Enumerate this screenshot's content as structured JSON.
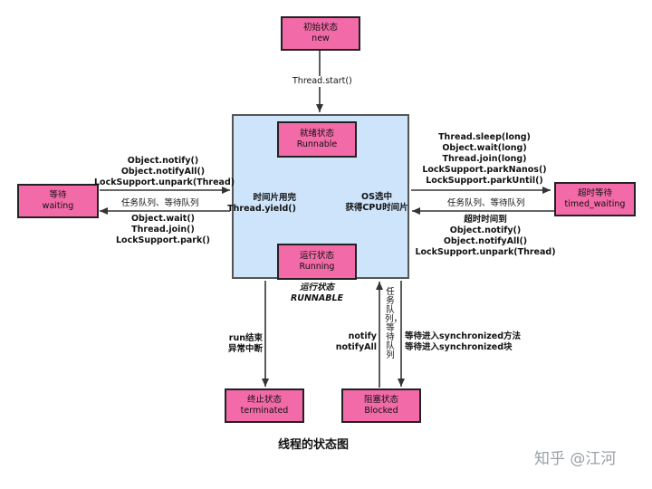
{
  "states": {
    "new": {
      "zh": "初始状态",
      "en": "new"
    },
    "ready": {
      "zh": "就绪状态",
      "en": "Runnable"
    },
    "running": {
      "zh": "运行状态",
      "en": "Running"
    },
    "waiting": {
      "zh": "等待",
      "en": "waiting"
    },
    "timed_waiting": {
      "zh": "超时等待",
      "en": "timed_waiting"
    },
    "terminated": {
      "zh": "终止状态",
      "en": "terminated"
    },
    "blocked": {
      "zh": "阻塞状态",
      "en": "Blocked"
    }
  },
  "runnable_group": {
    "zh": "运行状态",
    "en": "RUNNABLE"
  },
  "edges": {
    "start": "Thread.start()",
    "yield": [
      "时间片用完",
      "Thread.yield()"
    ],
    "os_select": [
      "OS选中",
      "获得CPU时间片"
    ],
    "to_waiting": [
      "Object.wait()",
      "Thread.join()",
      "LockSupport.park()"
    ],
    "from_waiting": [
      "Object.notify()",
      "Object.notifyAll()",
      "LockSupport.unpark(Thread)"
    ],
    "waiting_queue_left": "任务队列、等待队列",
    "to_timed": [
      "Thread.sleep(long)",
      "Object.wait(long)",
      "Thread.join(long)",
      "LockSupport.parkNanos()",
      "LockSupport.parkUntil()"
    ],
    "waiting_queue_right": "任务队列、等待队列",
    "from_timed": [
      "超时时间到",
      "Object.notify()",
      "Object.notifyAll()",
      "LockSupport.unpark(Thread)"
    ],
    "terminate": [
      "run结束",
      "异常中断"
    ],
    "from_blocked": [
      "notify",
      "notifyAll"
    ],
    "blocked_queue": "任务队列，等待队列",
    "to_blocked": [
      "等待进入synchronized方法",
      "等待进入synchronized块"
    ]
  },
  "caption": "线程的状态图",
  "watermark": "知乎 @江河"
}
